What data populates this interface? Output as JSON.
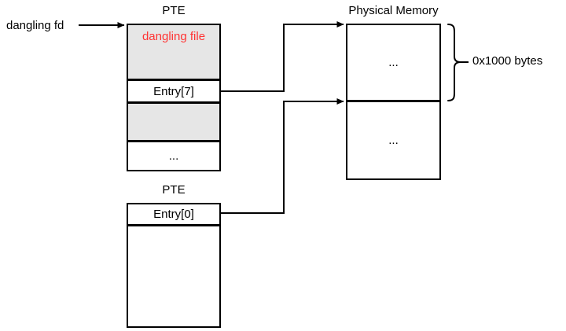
{
  "diagram": {
    "title_pte_top": "PTE",
    "title_pte_bottom": "PTE",
    "title_physical_memory": "Physical Memory",
    "dangling_fd_label": "dangling fd",
    "size_annotation": "0x1000 bytes",
    "colors": {
      "danger_text": "#ff3333",
      "cell_fill_gray": "#e6e6e6",
      "stroke": "#000000",
      "background": "#ffffff"
    },
    "pte_top": {
      "rows": [
        {
          "text": "dangling file",
          "fill": "gray",
          "emphasis": "danger"
        },
        {
          "text": "Entry[7]",
          "fill": "white",
          "emphasis": "none"
        },
        {
          "text": "",
          "fill": "gray",
          "emphasis": "none"
        },
        {
          "text": "...",
          "fill": "white",
          "emphasis": "none"
        }
      ]
    },
    "pte_bottom": {
      "rows": [
        {
          "text": "Entry[0]",
          "fill": "white",
          "emphasis": "none"
        },
        {
          "text": "",
          "fill": "white",
          "emphasis": "none"
        }
      ]
    },
    "physical_memory": {
      "blocks": [
        {
          "text": "..."
        },
        {
          "text": "..."
        }
      ]
    }
  }
}
